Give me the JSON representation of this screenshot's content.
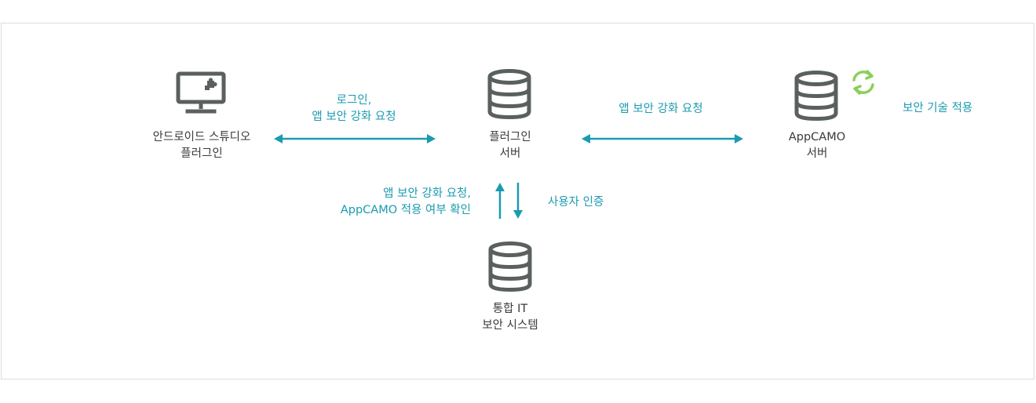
{
  "nodes": {
    "android_plugin": {
      "icon": "desktop-puzzle-icon",
      "line1": "안드로이드 스튜디오",
      "line2": "플러그인"
    },
    "plugin_server": {
      "icon": "database-icon",
      "line1": "플러그인",
      "line2": "서버"
    },
    "appcamo_server": {
      "icon": "database-icon",
      "line1": "AppCAMO",
      "line2": "서버"
    },
    "integrated_it": {
      "icon": "database-icon",
      "line1": "통합 IT",
      "line2": "보안 시스템"
    }
  },
  "edges": {
    "login": {
      "line1": "로그인,",
      "line2": "앱 보안 강화 요청"
    },
    "server_to_server": {
      "line1": "앱 보안 강화 요청"
    },
    "to_integrated": {
      "line1": "앱 보안 강화 요청,",
      "line2": "AppCAMO 적용 여부 확인"
    },
    "user_auth": {
      "line1": "사용자 인증"
    },
    "apply_security": {
      "icon": "refresh-icon",
      "line1": "보안 기술 적용"
    }
  },
  "colors": {
    "icon_gray": "#5a605f",
    "arrow_teal": "#1a9bb0",
    "refresh_green": "#8bcf5a",
    "label_dark": "#3a3a3a",
    "border": "#dcdcdc"
  }
}
